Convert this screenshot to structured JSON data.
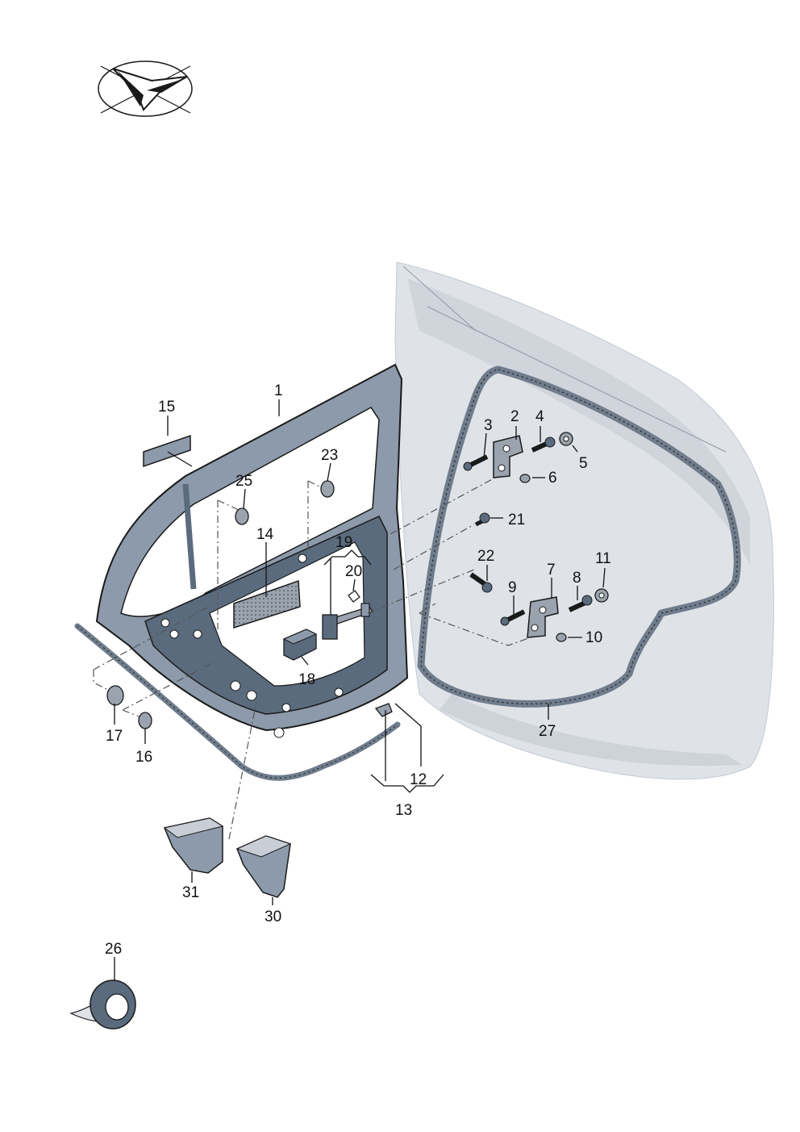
{
  "colors": {
    "body_panel": "#dfe3e8",
    "body_shade": "#c9ced6",
    "door_frame": "#5b6b7e",
    "door_frame_light": "#8c9aab",
    "seal": "#6f7c8c",
    "part_grey": "#9aa3ae",
    "outline": "#1a1a1a"
  },
  "icons": [
    "vw-checkmark-logo-icon"
  ],
  "callouts": [
    {
      "id": "1",
      "label": "1"
    },
    {
      "id": "2",
      "label": "2"
    },
    {
      "id": "3",
      "label": "3"
    },
    {
      "id": "4",
      "label": "4"
    },
    {
      "id": "5",
      "label": "5"
    },
    {
      "id": "6",
      "label": "6"
    },
    {
      "id": "7",
      "label": "7"
    },
    {
      "id": "8",
      "label": "8"
    },
    {
      "id": "9",
      "label": "9"
    },
    {
      "id": "10",
      "label": "10"
    },
    {
      "id": "11",
      "label": "11"
    },
    {
      "id": "12",
      "label": "12"
    },
    {
      "id": "13",
      "label": "13"
    },
    {
      "id": "14",
      "label": "14"
    },
    {
      "id": "15",
      "label": "15"
    },
    {
      "id": "16",
      "label": "16"
    },
    {
      "id": "17",
      "label": "17"
    },
    {
      "id": "18",
      "label": "18"
    },
    {
      "id": "19",
      "label": "19"
    },
    {
      "id": "20",
      "label": "20"
    },
    {
      "id": "21",
      "label": "21"
    },
    {
      "id": "22",
      "label": "22"
    },
    {
      "id": "23",
      "label": "23"
    },
    {
      "id": "25",
      "label": "25"
    },
    {
      "id": "26",
      "label": "26"
    },
    {
      "id": "27",
      "label": "27"
    },
    {
      "id": "30",
      "label": "30"
    },
    {
      "id": "31",
      "label": "31"
    }
  ]
}
